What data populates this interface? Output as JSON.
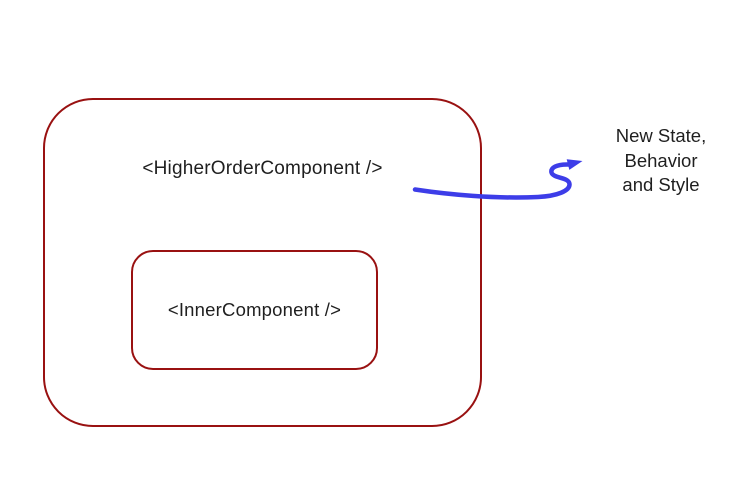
{
  "diagram": {
    "outer_box": {
      "label": "<HigherOrderComponent />"
    },
    "inner_box": {
      "label": "<InnerComponent />"
    },
    "annotation": {
      "lines": [
        "New State,",
        "Behavior",
        "and Style"
      ]
    },
    "colors": {
      "box_border": "#991111",
      "arrow": "#3D3DE8",
      "text": "#1F1F1F",
      "background": "#FFFFFF"
    }
  }
}
